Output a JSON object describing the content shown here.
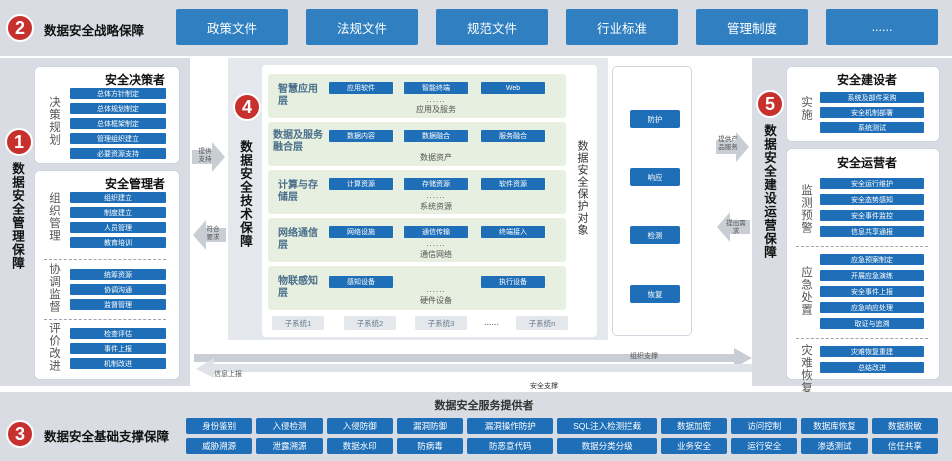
{
  "strategy": {
    "number": "2",
    "title": "数据安全战略保障",
    "items": [
      "政策文件",
      "法规文件",
      "规范文件",
      "行业标准",
      "管理制度",
      "......"
    ]
  },
  "management": {
    "number": "1",
    "title": "数据安全管理保障",
    "decision": {
      "title": "安全决策者",
      "group": "决策规划",
      "chips": [
        "总体方针制定",
        "总体规划制定",
        "总体框架制定",
        "管理组织建立",
        "必要资源支持"
      ]
    },
    "manager": {
      "title": "安全管理者",
      "groups": [
        {
          "label": "组织管理",
          "chips": [
            "组织建立",
            "制度建立",
            "人员管理",
            "教育培训"
          ]
        },
        {
          "label": "协调监督",
          "chips": [
            "统筹资源",
            "协调沟通",
            "监督管理"
          ]
        },
        {
          "label": "评价改进",
          "chips": [
            "检查评估",
            "事件上报",
            "机制改进"
          ]
        }
      ]
    }
  },
  "arrows": {
    "support": "提供支持",
    "requirement": "符合要求",
    "provide_service": "提供产品服务",
    "propose_demand": "提出需求"
  },
  "tech": {
    "number": "4",
    "title": "数据安全技术保障",
    "layers": [
      {
        "name": "智慧应用层",
        "chips": [
          "应用软件",
          "智能终端",
          "Web"
        ],
        "dots": "......",
        "caption": "应用及服务"
      },
      {
        "name": "数据及服务融合层",
        "chips": [
          "数据内容",
          "数据融合",
          "服务融合"
        ],
        "dots": "",
        "caption": "数据资产"
      },
      {
        "name": "计算与存储层",
        "chips": [
          "计算资源",
          "存储资源",
          "软件资源"
        ],
        "dots": "......",
        "caption": "系统资源"
      },
      {
        "name": "网络通信层",
        "chips": [
          "网络设施",
          "通信传输",
          "终端接入"
        ],
        "dots": "......",
        "caption": "通信网络"
      },
      {
        "name": "物联感知层",
        "chips": [
          "感知设备",
          "执行设备"
        ],
        "dots": "......",
        "caption": "硬件设备"
      }
    ],
    "subsystems": [
      "子系统1",
      "子系统2",
      "子系统3",
      "......",
      "子系统n"
    ],
    "protect_label": "数据安全保护对象",
    "protect_items": [
      "防护",
      "响应",
      "检测",
      "恢复"
    ],
    "bottom_arrows": {
      "left": "组织支撑",
      "right": "信息上报",
      "center": "安全支撑"
    }
  },
  "operations": {
    "number": "5",
    "title": "数据安全建设运营保障",
    "builder": {
      "title": "安全建设者",
      "group": "实施",
      "chips": [
        "系统及部件采购",
        "安全机制部署",
        "系统测试"
      ]
    },
    "operator": {
      "title": "安全运营者",
      "groups": [
        {
          "label": "监测预警",
          "chips": [
            "安全运行维护",
            "安全态势感知",
            "安全事件监控",
            "信息共享通报"
          ]
        },
        {
          "label": "应急处置",
          "chips": [
            "应急预案制定",
            "开展应急演练",
            "安全事件上报",
            "应急响应处理",
            "取证与追溯"
          ]
        },
        {
          "label": "灾难恢复",
          "chips": [
            "灾难恢复重建",
            "总结改进"
          ]
        }
      ]
    }
  },
  "foundation": {
    "number": "3",
    "title": "数据安全基础支撑保障",
    "provider_title": "数据安全服务提供者",
    "row1": [
      "身份鉴别",
      "入侵检测",
      "入侵防御",
      "漏洞防御",
      "漏洞操作防护",
      "SQL注入检测拦截",
      "数据加密",
      "访问控制",
      "数据库恢复",
      "数据脱敏"
    ],
    "row2": [
      "威胁溯源",
      "泄露溯源",
      "数据水印",
      "防病毒",
      "防恶意代码",
      "数据分类分级",
      "业务安全",
      "运行安全",
      "渗透测试",
      "信任共享"
    ]
  },
  "colors": {
    "accent": "#1f6fb8",
    "badge": "#c8302e",
    "band": "#d9dde3"
  }
}
